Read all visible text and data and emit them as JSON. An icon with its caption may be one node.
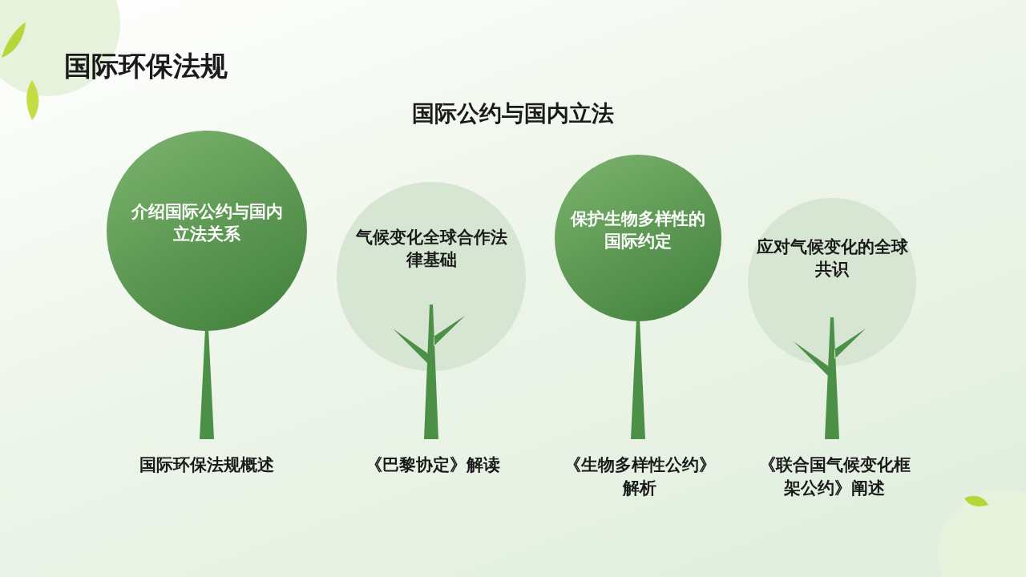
{
  "diagram": {
    "title": "国际环保法规",
    "nodes": [
      {
        "text": [
          "介绍国际公约与国内立法关系"
        ]
      },
      {
        "text": [
          "气候变化全球合作法律基础"
        ]
      },
      {
        "text": [
          "保护生物多样性的国际约定"
        ]
      },
      {
        "text": [
          "应对气候变化的全球共识"
        ]
      }
    ],
    "labels": [
      "国际公约与国内立法",
      "国际环保法规概述",
      "《巴黎协定》解读",
      "《生物多样性公约》解析",
      "《联合国气候变化框架公约》阐述"
    ]
  }
}
